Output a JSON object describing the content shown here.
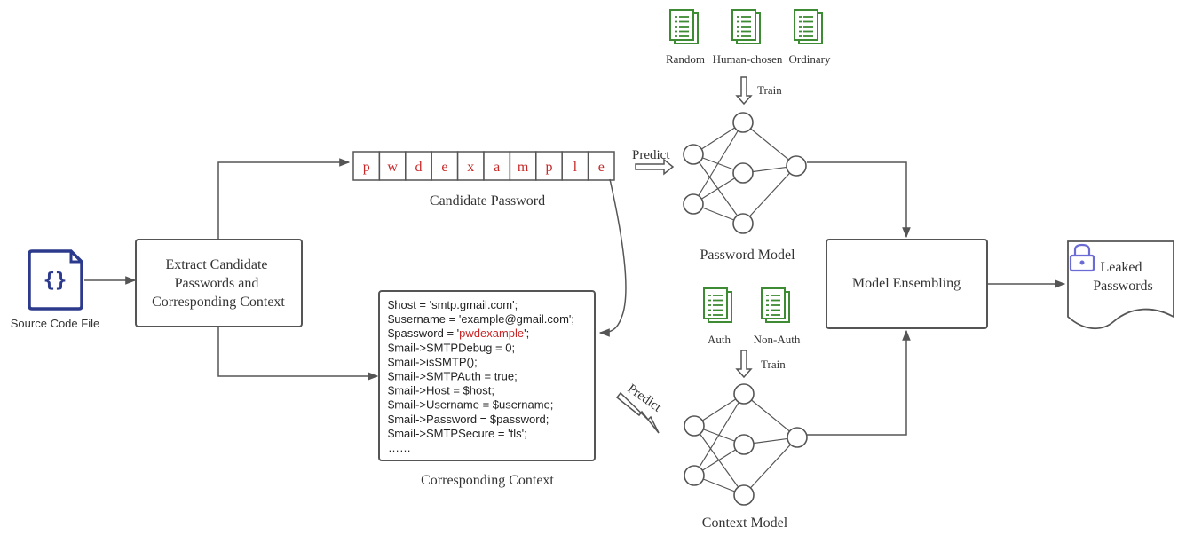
{
  "source": {
    "label": "Source Code File"
  },
  "extract": {
    "lines": [
      "Extract Candidate",
      "Passwords and",
      "Corresponding Context"
    ]
  },
  "candidate": {
    "chars": [
      "p",
      "w",
      "d",
      "e",
      "x",
      "a",
      "m",
      "p",
      "l",
      "e"
    ],
    "label": "Candidate Password"
  },
  "context": {
    "lines": [
      {
        "pre": "$host = 'smtp.gmail.com';",
        "red": "",
        "post": ""
      },
      {
        "pre": "$username = 'example@gmail.com';",
        "red": "",
        "post": ""
      },
      {
        "pre": "$password = '",
        "red": "pwdexample",
        "post": "';"
      },
      {
        "pre": "$mail->SMTPDebug = 0;",
        "red": "",
        "post": ""
      },
      {
        "pre": "$mail->isSMTP();",
        "red": "",
        "post": ""
      },
      {
        "pre": "$mail->SMTPAuth = true;",
        "red": "",
        "post": ""
      },
      {
        "pre": "$mail->Host = $host;",
        "red": "",
        "post": ""
      },
      {
        "pre": "$mail->Username = $username;",
        "red": "",
        "post": ""
      },
      {
        "pre": "$mail->Password = $password;",
        "red": "",
        "post": ""
      },
      {
        "pre": "$mail->SMTPSecure = 'tls';",
        "red": "",
        "post": ""
      },
      {
        "pre": "……",
        "red": "",
        "post": ""
      }
    ],
    "label": "Corresponding Context"
  },
  "password_model": {
    "datasets": [
      "Random",
      "Human-chosen",
      "Ordinary"
    ],
    "train_label": "Train",
    "predict_label": "Predict",
    "label": "Password Model"
  },
  "context_model": {
    "datasets": [
      "Auth",
      "Non-Auth"
    ],
    "train_label": "Train",
    "predict_label": "Predict",
    "label": "Context Model"
  },
  "ensemble": {
    "label": "Model Ensembling"
  },
  "output": {
    "lines": [
      "Leaked",
      "Passwords"
    ]
  },
  "colors": {
    "accent_red": "#c62828",
    "doc_green": "#3d8b32",
    "icon_navy": "#2b3a8c",
    "lock_purple": "#6b6bd6"
  }
}
